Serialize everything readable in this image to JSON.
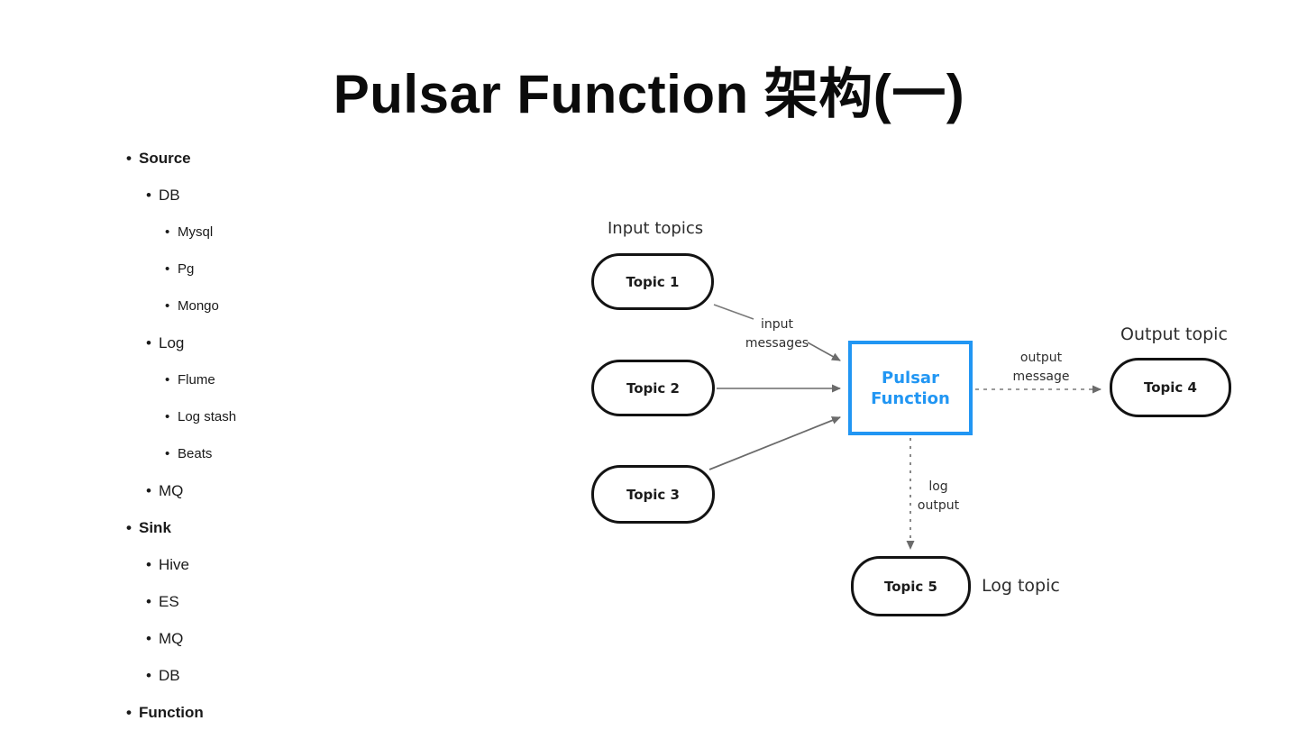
{
  "title": "Pulsar Function 架构(一)",
  "outline": {
    "items": [
      {
        "label": "Source",
        "level": 1
      },
      {
        "label": "DB",
        "level": 2
      },
      {
        "label": "Mysql",
        "level": 3
      },
      {
        "label": "Pg",
        "level": 3
      },
      {
        "label": "Mongo",
        "level": 3
      },
      {
        "label": "Log",
        "level": 2
      },
      {
        "label": "Flume",
        "level": 3
      },
      {
        "label": "Log stash",
        "level": 3
      },
      {
        "label": "Beats",
        "level": 3
      },
      {
        "label": "MQ",
        "level": 2
      },
      {
        "label": "Sink",
        "level": 1
      },
      {
        "label": "Hive",
        "level": 2
      },
      {
        "label": "ES",
        "level": 2
      },
      {
        "label": "MQ",
        "level": 2
      },
      {
        "label": "DB",
        "level": 2
      },
      {
        "label": "Function",
        "level": 1
      }
    ]
  },
  "diagram": {
    "section_labels": {
      "input_topics": "Input topics",
      "output_topic": "Output topic",
      "log_topic": "Log topic"
    },
    "nodes": {
      "topic1": "Topic 1",
      "topic2": "Topic 2",
      "topic3": "Topic 3",
      "topic4": "Topic 4",
      "topic5": "Topic 5",
      "function": "Pulsar\nFunction"
    },
    "edge_labels": {
      "input_messages": "input\nmessages",
      "output_message": "output\nmessage",
      "log_output": "log\noutput"
    },
    "colors": {
      "function_blue": "#2196F3",
      "node_border": "#131313",
      "arrow_gray": "#6b6b6b"
    }
  }
}
